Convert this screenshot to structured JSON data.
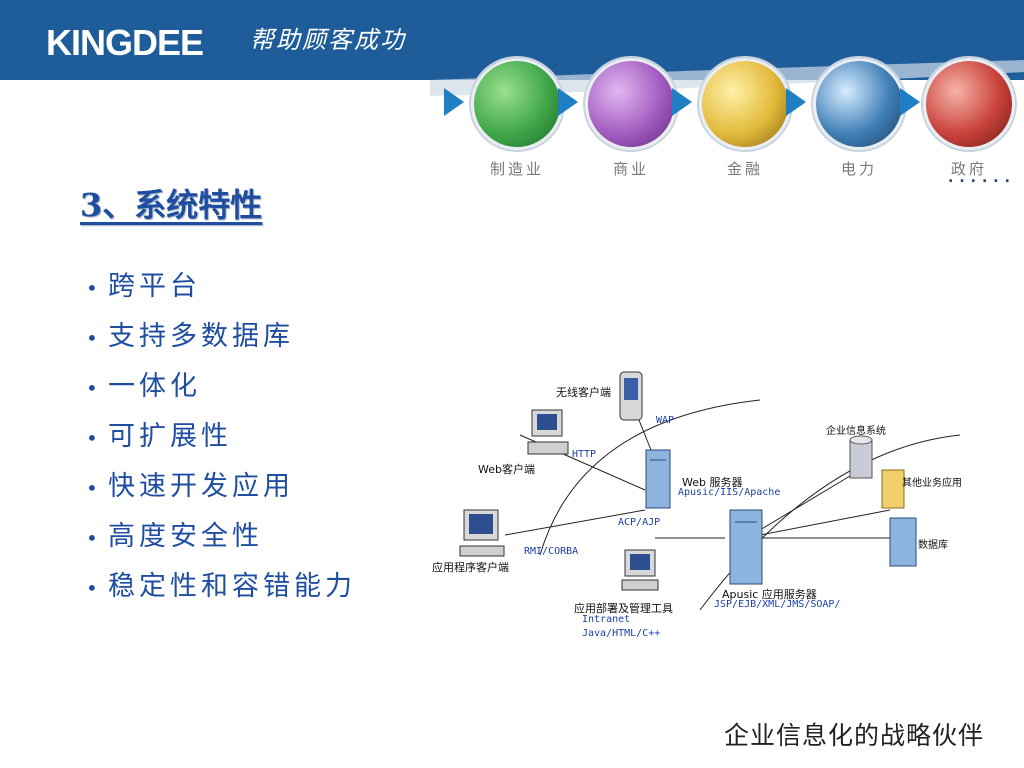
{
  "header": {
    "logo": "KINGDEE",
    "slogan": "帮助顾客成功",
    "colors": {
      "band": "#1f5d9a",
      "arrow": "#1f7fc4"
    }
  },
  "industries": [
    {
      "label": "制造业",
      "tone": "#3fa648"
    },
    {
      "label": "商业",
      "tone": "#a25cc0"
    },
    {
      "label": "金融",
      "tone": "#e2b93a"
    },
    {
      "label": "电力",
      "tone": "#3f7fb5"
    },
    {
      "label": "政府",
      "tone": "#c8413b"
    }
  ],
  "decor_dots": "......",
  "title": "3、系统特性",
  "bullets": [
    "跨平台",
    "支持多数据库",
    "一体化",
    "可扩展性",
    "快速开发应用",
    "高度安全性",
    "稳定性和容错能力"
  ],
  "diagram": {
    "nodes": {
      "wireless": "无线客户端",
      "web_client": "Web客户端",
      "app_client": "应用程序客户端",
      "web_server": "Web 服务器",
      "web_server_tech": "Apusic/IIS/Apache",
      "deploy_tool": "应用部署及管理工具",
      "deploy_tech1": "Intranet",
      "deploy_tech2": "Java/HTML/C++",
      "app_server": "Apusic 应用服务器",
      "app_server_tech": "JSP/EJB/XML/JMS/SOAP/",
      "enterprise_info": "企业信息系统",
      "other_apps": "其他业务应用",
      "database": "数据库"
    },
    "links": {
      "wap": "WAP",
      "http": "HTTP",
      "acp": "ACP/AJP",
      "rmi": "RMI/CORBA"
    }
  },
  "footer": "企业信息化的战略伙伴"
}
